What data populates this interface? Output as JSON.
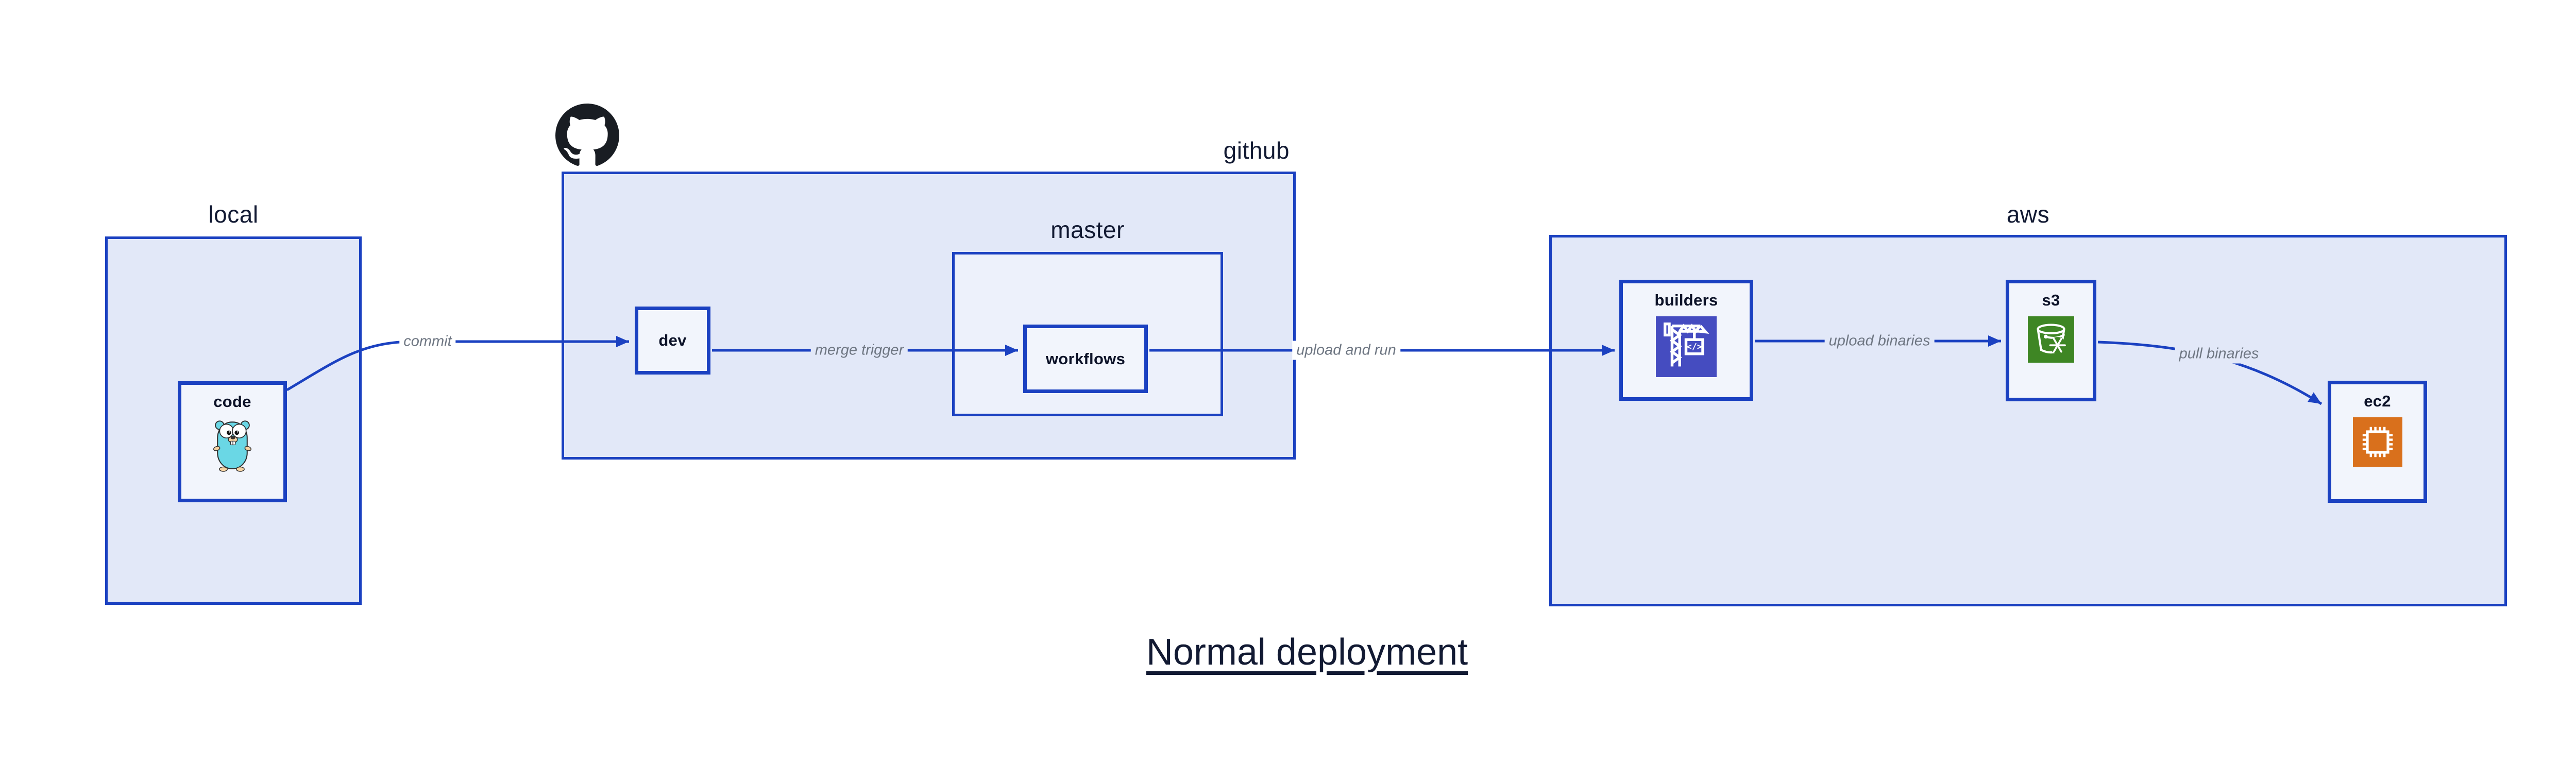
{
  "diagram_title": "Normal deployment",
  "regions": {
    "local": {
      "label": "local"
    },
    "github": {
      "label": "github"
    },
    "master": {
      "label": "master"
    },
    "aws": {
      "label": "aws"
    }
  },
  "nodes": {
    "code": {
      "label": "code",
      "icon": "go-gopher-icon"
    },
    "dev": {
      "label": "dev"
    },
    "workflows": {
      "label": "workflows"
    },
    "builders": {
      "label": "builders",
      "icon": "codebuild-crane-icon",
      "icon_glyph": "</>"
    },
    "s3": {
      "label": "s3",
      "icon": "s3-glacier-bucket-icon"
    },
    "ec2": {
      "label": "ec2",
      "icon": "ec2-chip-icon"
    }
  },
  "edges": [
    {
      "id": "commit",
      "label": "commit",
      "from": "code",
      "to": "dev"
    },
    {
      "id": "merge-trigger",
      "label": "merge trigger",
      "from": "dev",
      "to": "workflows"
    },
    {
      "id": "upload-and-run",
      "label": "upload and run",
      "from": "workflows",
      "to": "builders"
    },
    {
      "id": "upload-binaries",
      "label": "upload binaries",
      "from": "builders",
      "to": "s3"
    },
    {
      "id": "pull-binaries",
      "label": "pull binaries",
      "from": "s3",
      "to": "ec2"
    }
  ],
  "icons": {
    "github_logo": "github-octocat-logo"
  },
  "colors": {
    "outline_blue": "#1B41C1",
    "region_fill": "#E2E8F8",
    "master_fill": "#EDF1FB",
    "node_fill": "#F2F5FC",
    "text_navy": "#121A33",
    "edge_label_gray": "#6E7682",
    "codebuild_indigo": "#454CC0",
    "s3_green": "#3E8624",
    "ec2_orange": "#D9701C",
    "github_black": "#191D23",
    "gopher_teal": "#6AD7E5"
  }
}
